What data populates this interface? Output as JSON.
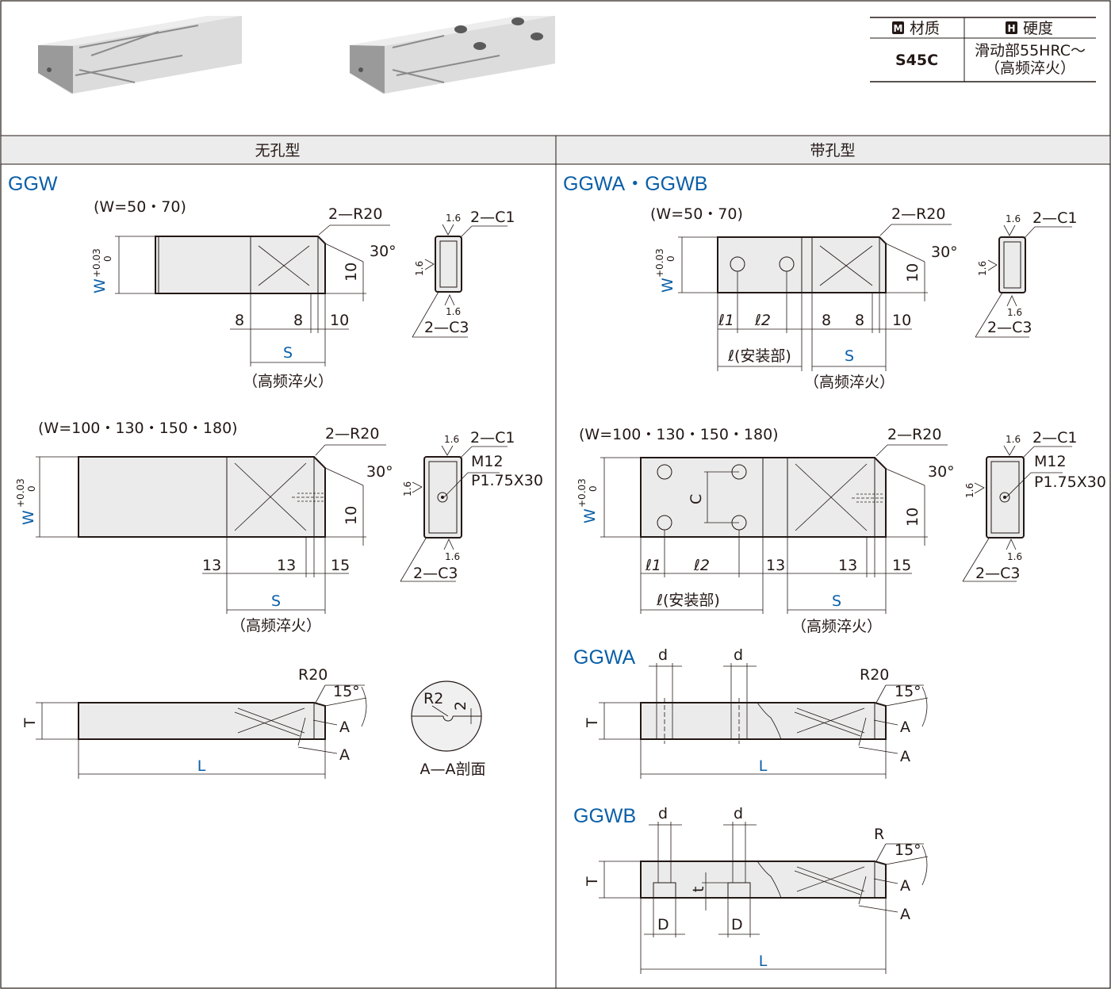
{
  "spec_table": {
    "material_badge": "M",
    "material_header": "材质",
    "hardness_badge": "H",
    "hardness_header": "硬度",
    "material_value": "S45C",
    "hardness_line1": "滑动部55HRC～",
    "hardness_line2": "（高频淬火）"
  },
  "sections": {
    "left_header": "无孔型",
    "right_header": "带孔型",
    "left_title": "GGW",
    "right_title": "GGWA・GGWB",
    "ggwa_title": "GGWA",
    "ggwb_title": "GGWB"
  },
  "labels": {
    "w_small": "(W=50・70)",
    "w_large": "(W=100・130・150・180)",
    "r20_2": "2—R20",
    "c1": "2—C1",
    "c3": "2—C3",
    "angle30": "30°",
    "angle15": "15°",
    "roughness": "1.6",
    "tol_plus": "+0.03",
    "tol_zero": "0",
    "W": "W",
    "S": "S",
    "L": "L",
    "T": "T",
    "C": "C",
    "d": "d",
    "D": "D",
    "t": "t",
    "R": "R",
    "R20": "R20",
    "A": "A",
    "hardened": "（高频淬火）",
    "mount": "ℓ(安装部)",
    "l1": "ℓ1",
    "l2": "ℓ2",
    "n8": "8",
    "n10": "10",
    "n13": "13",
    "n15": "15",
    "m12": "M12",
    "pitch": "P1.75X30",
    "r2": "R2",
    "n2": "2",
    "section_aa": "A—A剖面"
  }
}
